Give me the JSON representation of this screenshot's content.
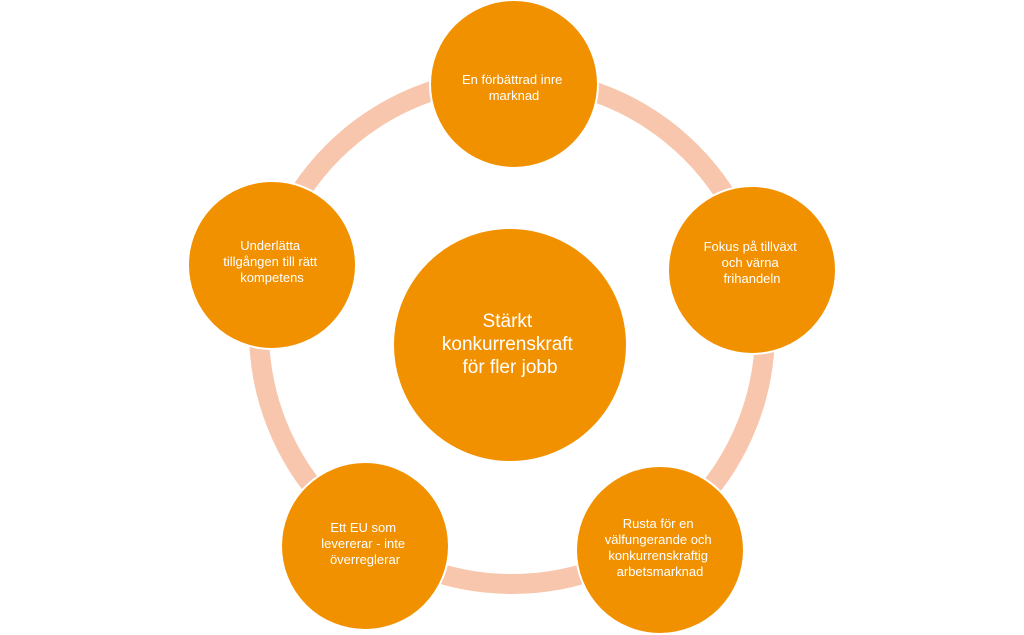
{
  "diagram": {
    "type": "cycle",
    "colors": {
      "node_fill": "#F29100",
      "node_outline": "#FFFFFF",
      "ring": "#F7C6AC",
      "text": "#FFFFFF",
      "background": "#FFFFFF"
    },
    "center": {
      "lines": [
        "Stärkt",
        "konkurrenskraft",
        "för fler jobb"
      ]
    },
    "nodes": [
      {
        "id": "top",
        "lines": [
          "En förbättrad inre",
          "marknad"
        ]
      },
      {
        "id": "right",
        "lines": [
          "Fokus på tillväxt",
          "och värna",
          "frihandeln"
        ]
      },
      {
        "id": "bottom-right",
        "lines": [
          "Rusta för en",
          "välfungerande och",
          "konkurrenskraftig",
          "arbetsmarknad"
        ]
      },
      {
        "id": "bottom-left",
        "lines": [
          "Ett EU som",
          "levererar - inte",
          "överreglerar"
        ]
      },
      {
        "id": "left",
        "lines": [
          "Underlätta",
          "tillgången till rätt",
          "kompetens"
        ]
      }
    ]
  }
}
